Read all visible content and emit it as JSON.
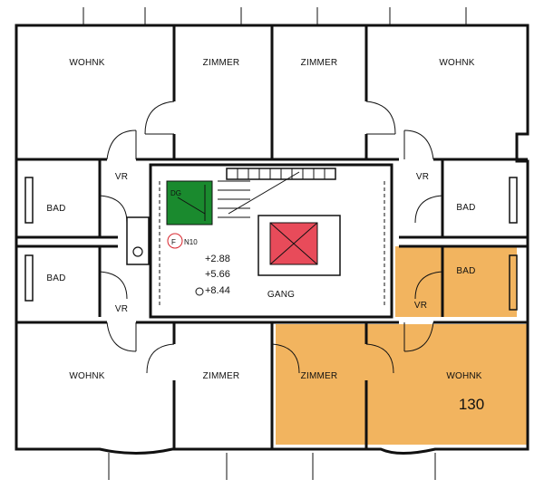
{
  "plan": {
    "rooms": {
      "wohnk_top_left": "WOHNK",
      "zimmer_top_1": "ZIMMER",
      "zimmer_top_2": "ZIMMER",
      "wohnk_top_right": "WOHNK",
      "bad_upper_left": "BAD",
      "bad_lower_left": "BAD",
      "bad_upper_right": "BAD",
      "bad_lower_right": "BAD",
      "vr_upper_left": "VR",
      "vr_lower_left": "VR",
      "vr_upper_right": "VR",
      "vr_lower_right": "VR",
      "wohnk_bottom_left": "WOHNK",
      "zimmer_bottom_1": "ZIMMER",
      "zimmer_bottom_2": "ZIMMER",
      "wohnk_bottom_right": "WOHNK",
      "corridor": "GANG"
    },
    "utility": {
      "dg": "DG",
      "f_marker": "F",
      "n_label": "N10"
    },
    "levels": [
      "+2.88",
      "+5.66",
      "+8.44"
    ],
    "unit_number": "130",
    "colors": {
      "highlight": "#f2b45f",
      "utility_box": "#1a8a2e",
      "stair_void": "#e84b5a",
      "wall": "#111111"
    }
  }
}
